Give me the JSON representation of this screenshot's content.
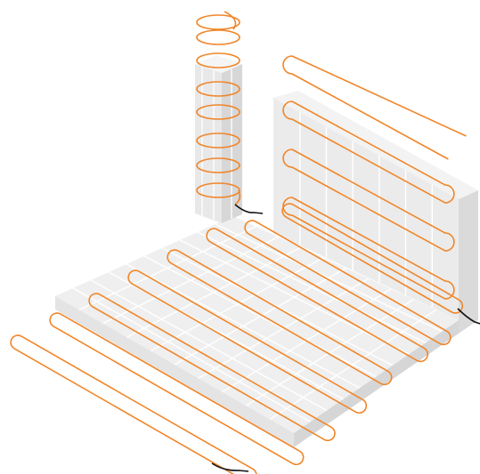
{
  "diagram": {
    "subject": "",
    "colors": {
      "pipe": "#F0862A",
      "lead": "#111111",
      "slab_top": "#EFEFEF",
      "slab_side_light": "#E6E6E6",
      "slab_side_dark": "#D9D9D9",
      "wall_face": "#EBEBEB",
      "wall_side": "#DCDCDC",
      "grid": "#FFFFFF"
    },
    "parts": [
      {
        "name": "floor-slab"
      },
      {
        "name": "wall-panel"
      },
      {
        "name": "column"
      },
      {
        "name": "floor-heating-coil"
      },
      {
        "name": "wall-heating-coil"
      },
      {
        "name": "column-helix-coil"
      }
    ]
  }
}
